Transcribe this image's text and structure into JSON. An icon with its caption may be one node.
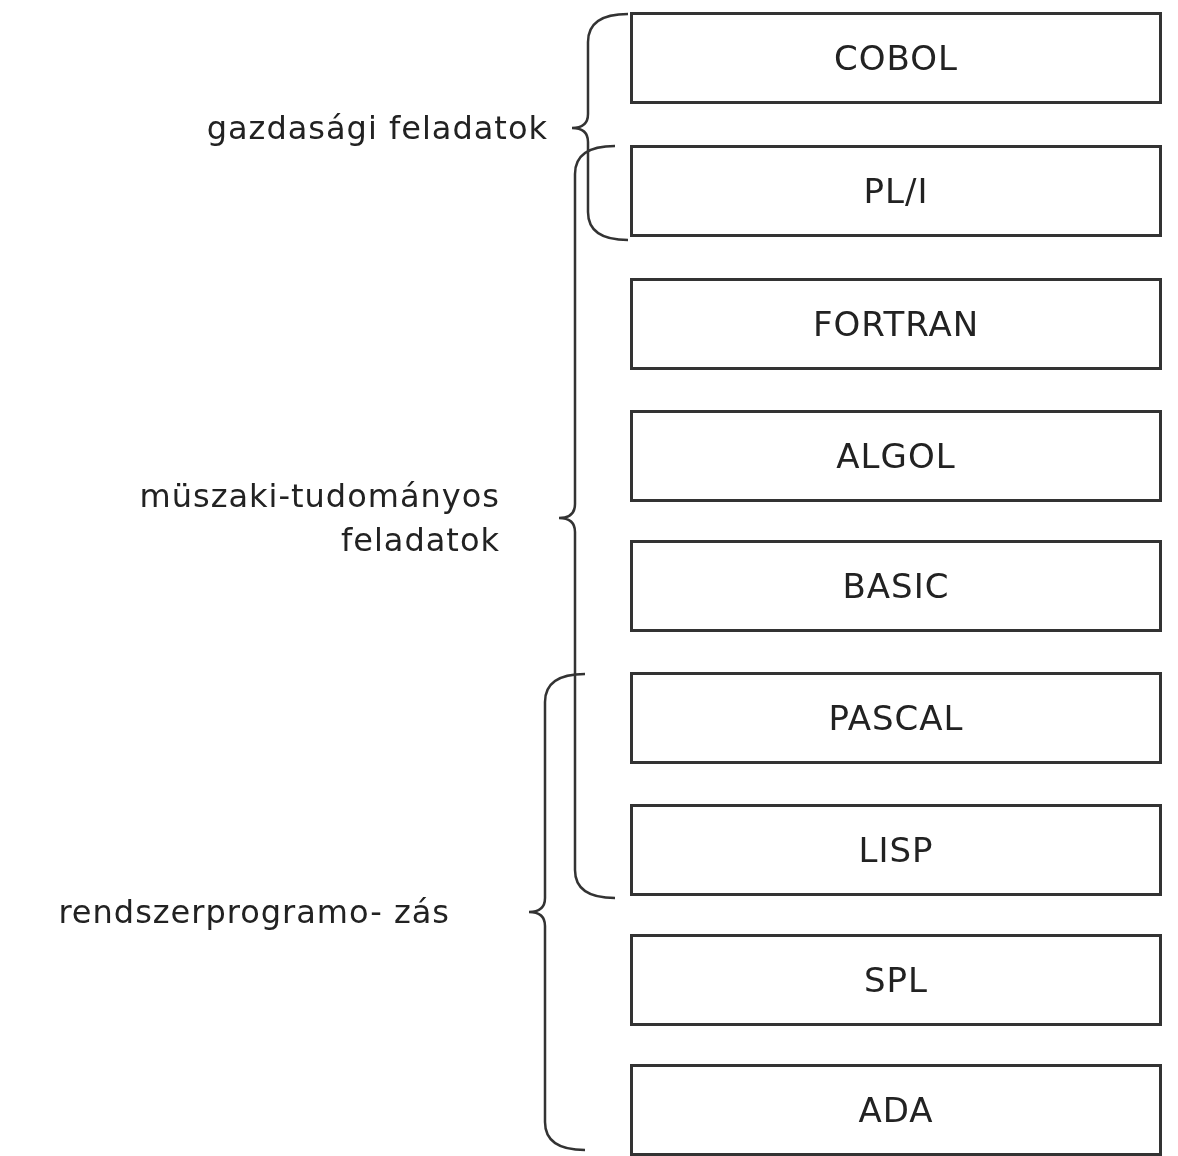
{
  "diagram": {
    "nodes": [
      {
        "text": [
          "COBOL"
        ]
      },
      {
        "text": [
          "PL/I"
        ]
      },
      {
        "text": [
          "FORTRAN"
        ]
      },
      {
        "text": [
          "ALGOL"
        ]
      },
      {
        "text": [
          "BASIC"
        ]
      },
      {
        "text": [
          "PASCAL"
        ]
      },
      {
        "text": [
          "LISP"
        ]
      },
      {
        "text": [
          "SPL"
        ]
      },
      {
        "text": [
          "ADA"
        ]
      }
    ],
    "edges": [],
    "labels": [
      "gazdasági feladatok",
      "müszaki-tudományos feladatok",
      "rendszerprogramo- zás"
    ]
  }
}
